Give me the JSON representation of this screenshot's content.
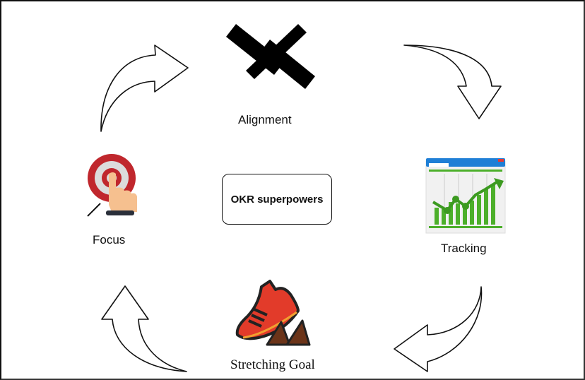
{
  "diagram": {
    "title": "OKR superpowers",
    "nodes": [
      {
        "id": "alignment",
        "label": "Alignment",
        "icon": "alignment-icon"
      },
      {
        "id": "tracking",
        "label": "Tracking",
        "icon": "chart-tracking-icon"
      },
      {
        "id": "stretching_goal",
        "label": "Stretching Goal",
        "icon": "running-shoe-icon"
      },
      {
        "id": "focus",
        "label": "Focus",
        "icon": "target-touch-icon"
      }
    ],
    "cycle_order": [
      "Alignment",
      "Tracking",
      "Stretching Goal",
      "Focus"
    ],
    "arrow_style": "curved-outline",
    "colors": {
      "target_red": "#c0272d",
      "target_gray": "#d9d9d9",
      "hand_skin": "#f6c08f",
      "chart_green": "#4caf2a",
      "window_blue": "#1f7fd6",
      "shoe_red": "#e23b2a",
      "mountain_brown": "#6b3419"
    }
  }
}
